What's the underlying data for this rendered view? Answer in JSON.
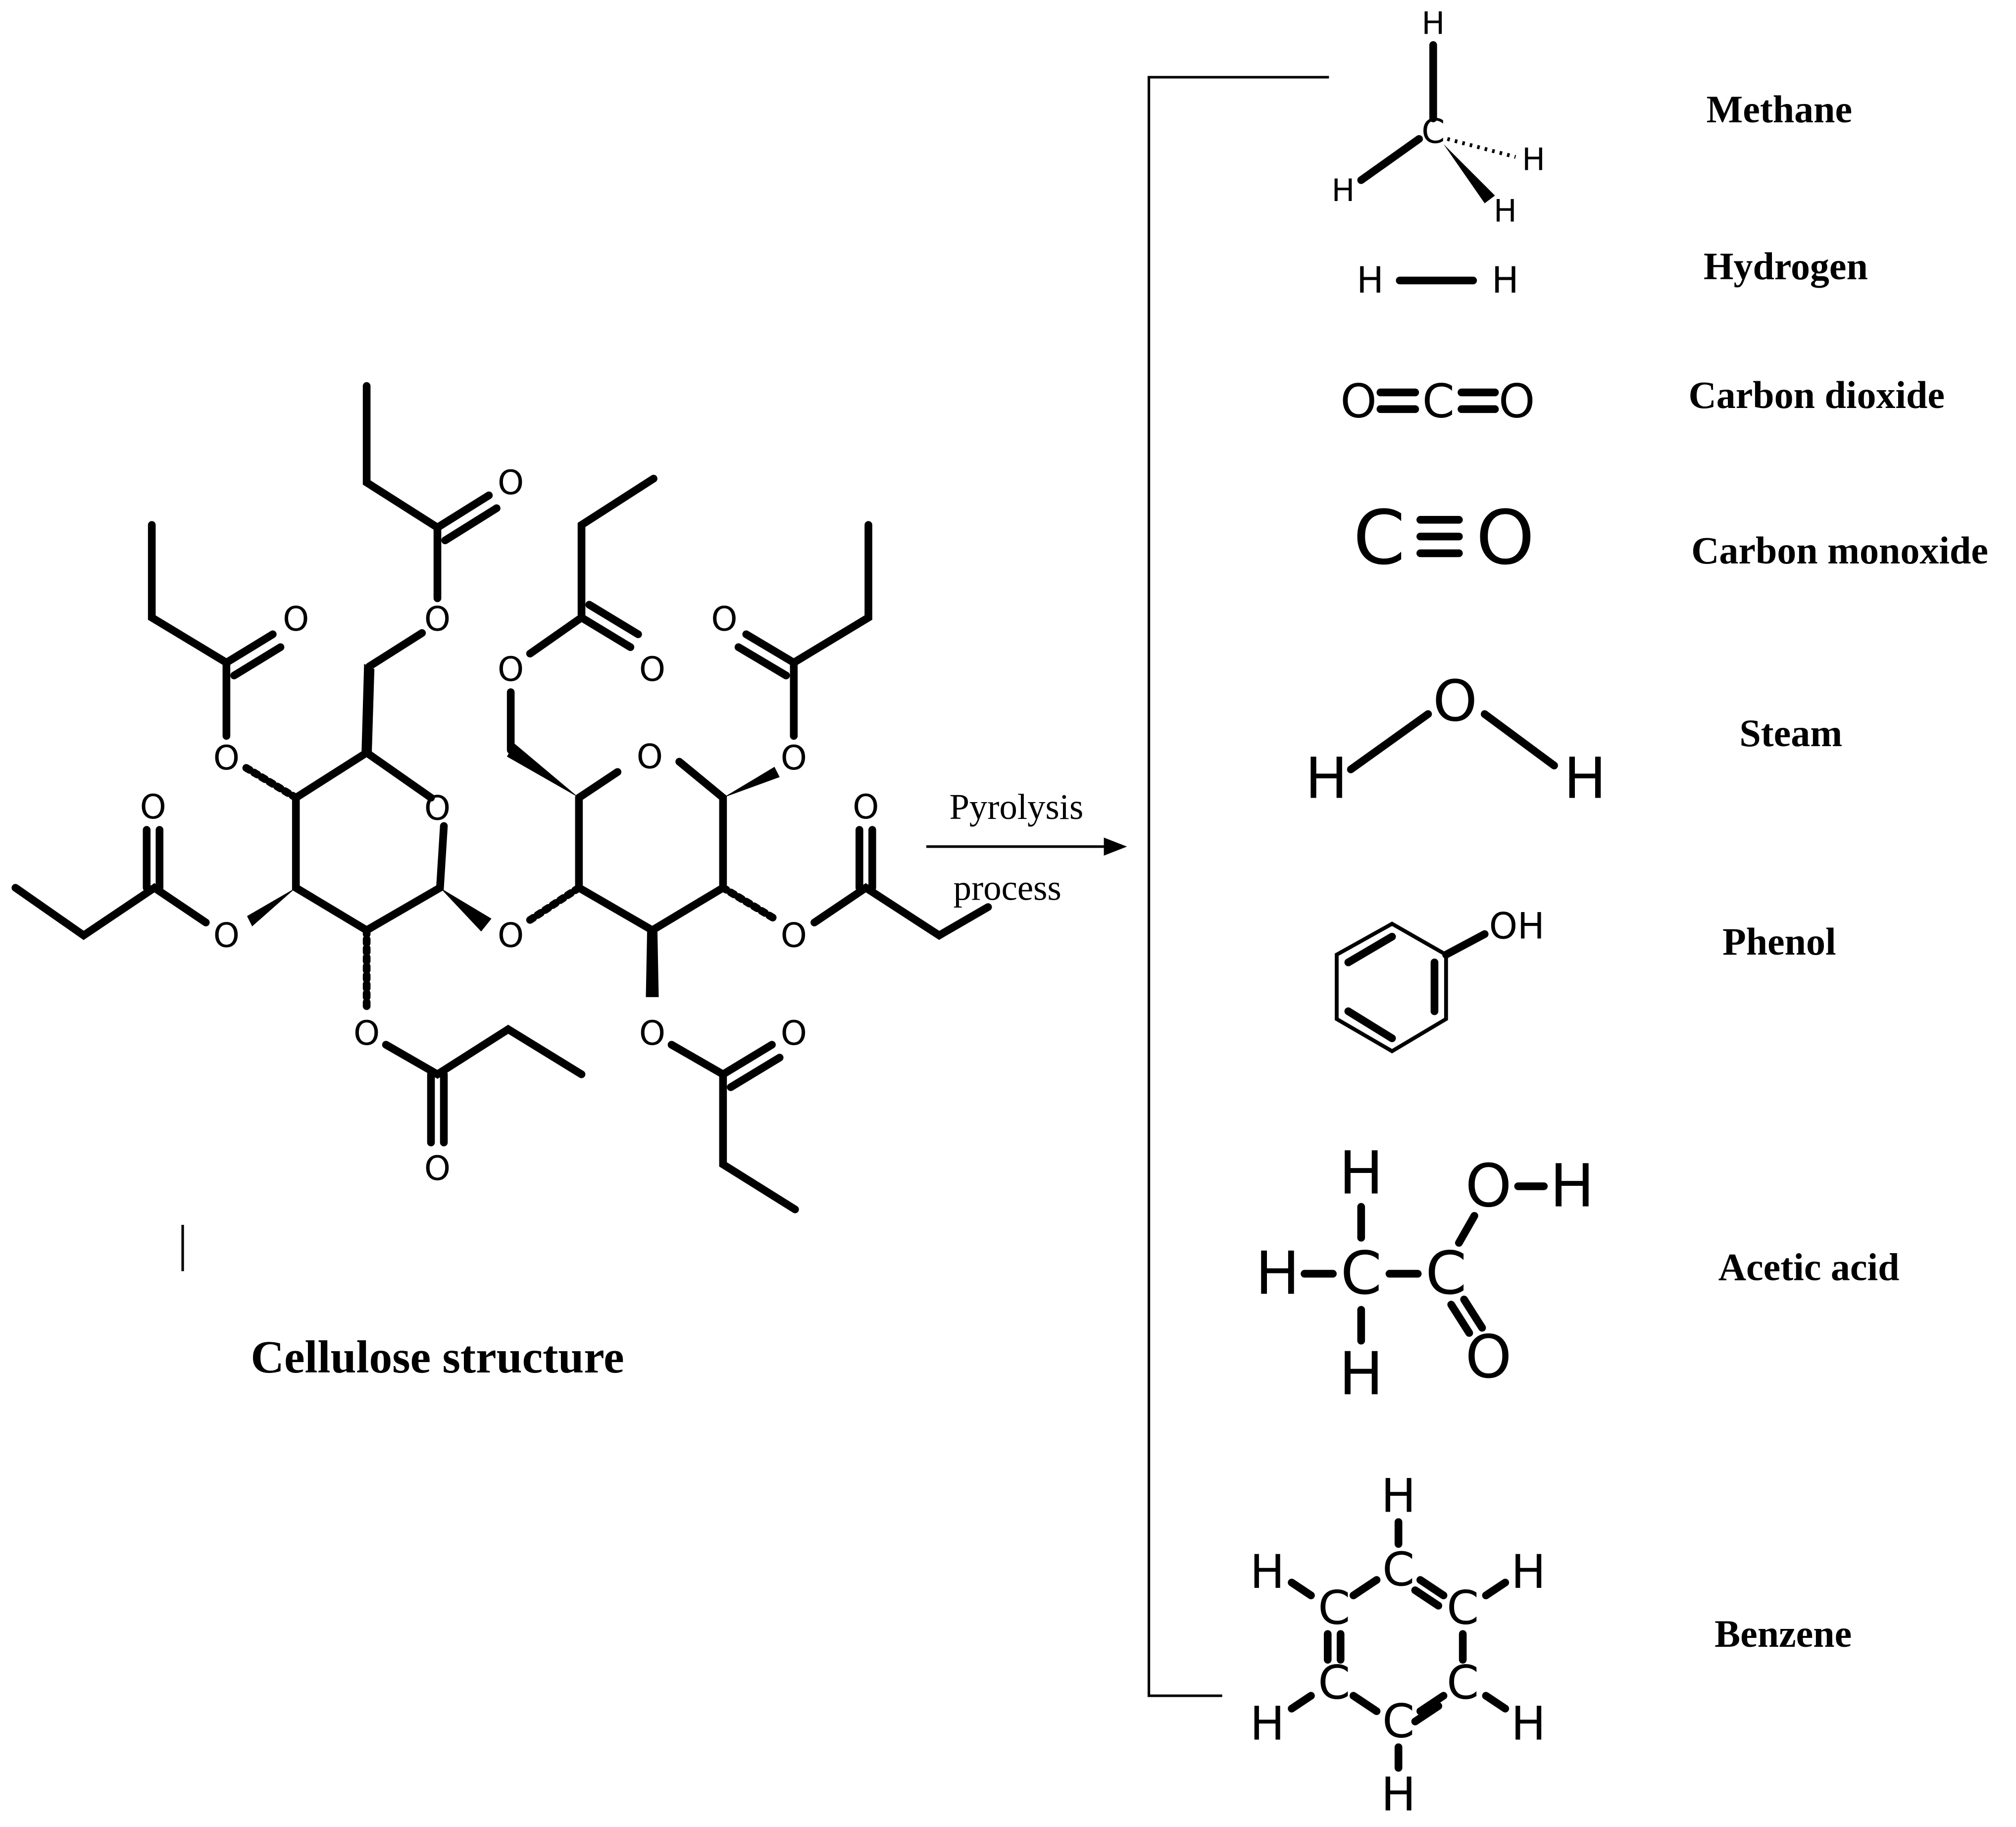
{
  "diagram": {
    "reactant": {
      "caption": "Cellulose structure"
    },
    "arrow": {
      "label_top": "Pyrolysis",
      "label_bottom": "process"
    },
    "products": [
      {
        "name": "Methane"
      },
      {
        "name": "Hydrogen"
      },
      {
        "name": "Carbon dioxide"
      },
      {
        "name": "Carbon monoxide"
      },
      {
        "name": "Steam"
      },
      {
        "name": "Phenol"
      },
      {
        "name": "Acetic acid"
      },
      {
        "name": "Benzene"
      }
    ]
  },
  "atoms": {
    "H": "H",
    "C": "C",
    "O": "O",
    "OH": "OH"
  }
}
